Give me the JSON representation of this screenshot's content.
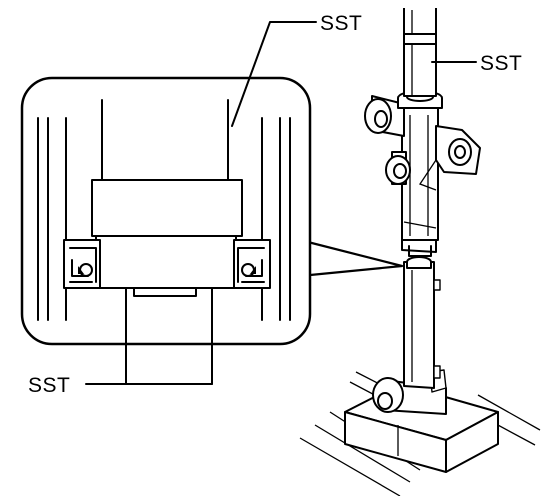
{
  "labels": {
    "sst_top_detail": "SST",
    "sst_top_right": "SST",
    "sst_bottom_left": "SST"
  },
  "colors": {
    "stroke": "#000000",
    "background": "#ffffff"
  }
}
